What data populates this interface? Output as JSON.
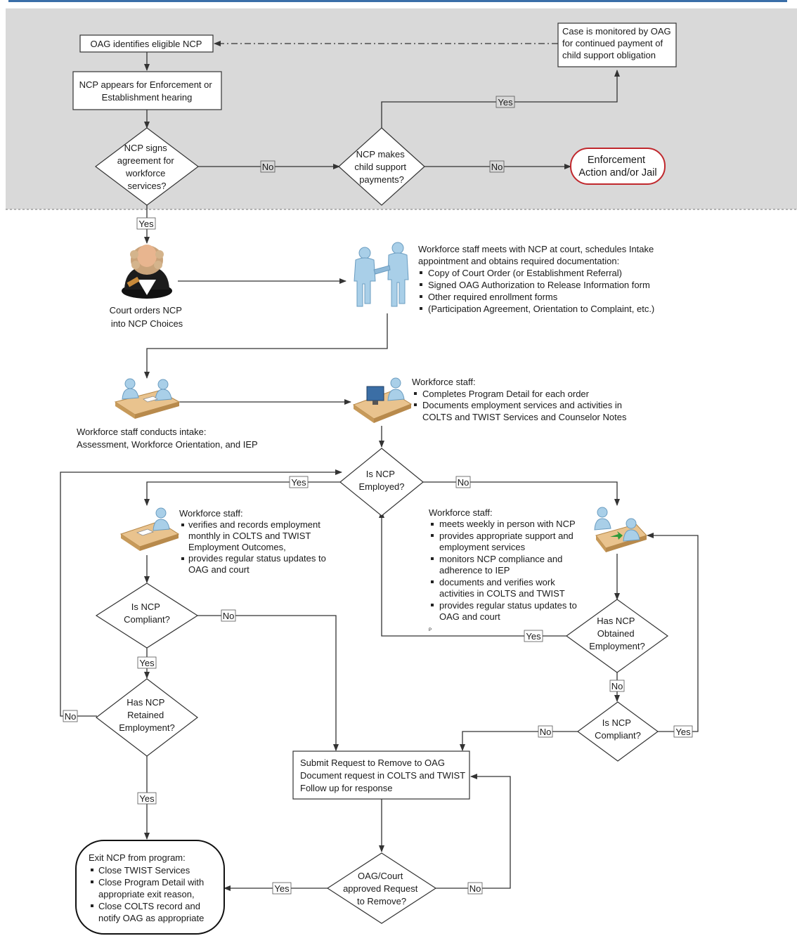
{
  "nodes": {
    "oag_identifies": "OAG identifies eligible NCP",
    "ncp_appears": [
      "NCP appears for Enforcement or",
      "Establishment hearing"
    ],
    "case_monitored": [
      "Case is monitored by OAG",
      "for continued payment of",
      "child support obligation"
    ],
    "signs_agreement": [
      "NCP signs",
      "agreement for",
      "workforce",
      "services?"
    ],
    "makes_payments": [
      "NCP makes",
      "child support",
      "payments?"
    ],
    "enforcement": [
      "Enforcement",
      "Action and/or Jail"
    ],
    "court_orders": [
      "Court orders NCP",
      "into NCP Choices"
    ],
    "staff_meets": {
      "lines": [
        "Workforce staff meets with NCP at court, schedules Intake",
        "appointment and obtains required documentation:"
      ],
      "bullets": [
        "Copy of Court Order (or Establishment Referral)",
        "Signed OAG Authorization to Release Information form",
        "Other required enrollment forms",
        "(Participation Agreement, Orientation to Complaint, etc.)"
      ]
    },
    "intake": [
      "Workforce staff conducts intake:",
      "Assessment, Workforce Orientation, and IEP"
    ],
    "program_detail": {
      "title": "Workforce staff:",
      "bullets": [
        "Completes Program Detail for each order",
        "Documents employment services and activities in"
      ],
      "continuation": "COLTS and TWIST Services and Counselor Notes"
    },
    "is_employed": [
      "Is NCP",
      "Employed?"
    ],
    "employed_tasks": {
      "title": "Workforce staff:",
      "lines": [
        "verifies and records employment",
        "monthly in COLTS and TWIST",
        "Employment Outcomes,",
        "provides regular status updates to",
        "OAG and court"
      ]
    },
    "unemployed_tasks": {
      "title": "Workforce staff:",
      "lines": [
        "meets weekly in person with NCP",
        "provides appropriate  support and",
        "employment services",
        "monitors NCP compliance and",
        "adherence to IEP",
        "documents and verifies work",
        "activities in COLTS and TWIST",
        "provides regular status updates to",
        "OAG and court"
      ]
    },
    "is_compliant_left": [
      "Is NCP",
      "Compliant?"
    ],
    "retained": [
      "Has NCP",
      "Retained",
      "Employment?"
    ],
    "obtained": [
      "Has NCP",
      "Obtained",
      "Employment?"
    ],
    "is_compliant_right": [
      "Is NCP",
      "Compliant?"
    ],
    "submit_request": [
      "Submit Request to Remove to OAG",
      "Document request in COLTS and TWIST",
      "Follow up for response"
    ],
    "approved": [
      "OAG/Court",
      "approved Request",
      "to Remove?"
    ],
    "exit": {
      "title": "Exit NCP from program:",
      "lines": [
        "Close TWIST Services",
        "Close Program Detail with",
        "appropriate exit reason,",
        "Close COLTS record and",
        "notify OAG as appropriate"
      ]
    },
    "stray_mark": "P"
  },
  "labels": {
    "yes": "Yes",
    "no": "No"
  },
  "colors": {
    "band": "#d9d9d9",
    "arrow": "#333333",
    "enforcement_border": "#c0282d",
    "header_line": "#3a6ea8"
  }
}
